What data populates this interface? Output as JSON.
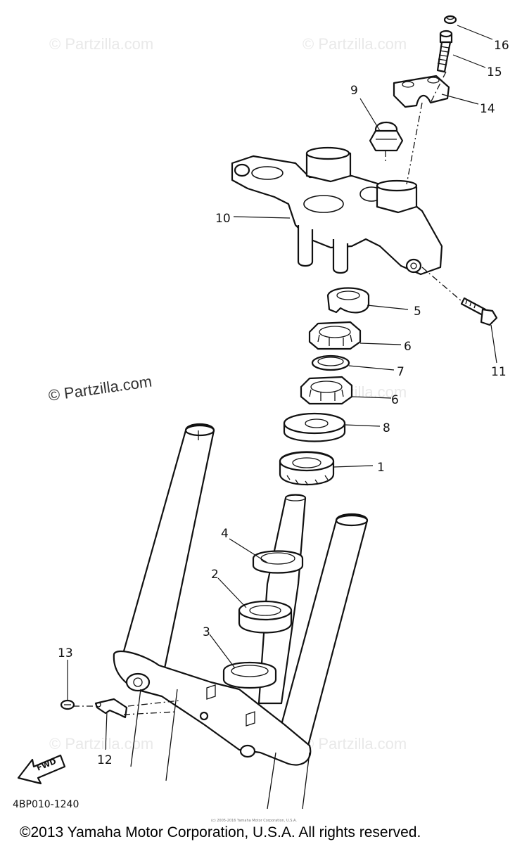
{
  "watermarks": {
    "text": "© Partzilla.com",
    "main_text": "© Partzilla.com"
  },
  "callouts": {
    "c1": "1",
    "c2": "2",
    "c3": "3",
    "c4": "4",
    "c5": "5",
    "c6a": "6",
    "c6b": "6",
    "c7": "7",
    "c8": "8",
    "c9": "9",
    "c10": "10",
    "c11": "11",
    "c12": "12",
    "c13": "13",
    "c14": "14",
    "c15": "15",
    "c16": "16"
  },
  "forward_arrow": {
    "label": "FWD"
  },
  "diagram_code": "4BP010-1240",
  "small_print": "(c) 2005-2016 Yamaha Motor Corporation, U.S.A.",
  "copyright": "©2013 Yamaha Motor Corporation, U.S.A. All rights reserved."
}
